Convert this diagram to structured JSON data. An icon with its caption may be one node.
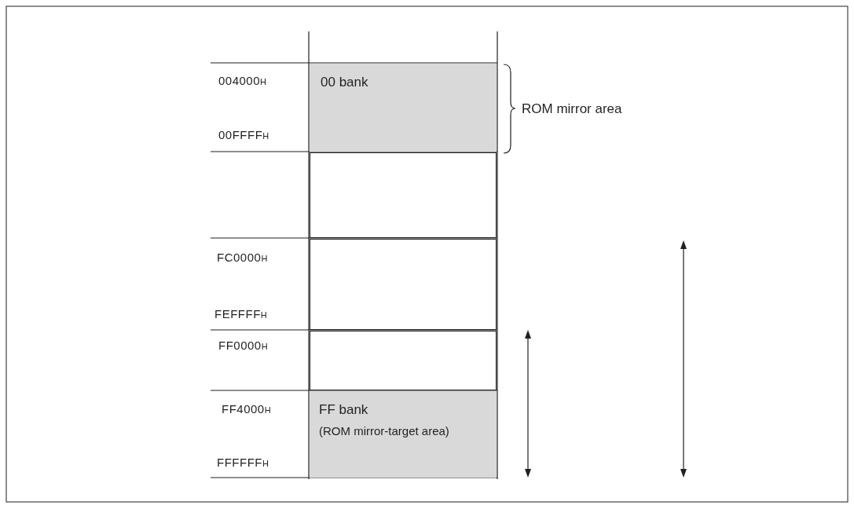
{
  "diagram": {
    "nodes": [
      {
        "text": [
          "00 bank"
        ]
      },
      {
        "text": [],
        "shape": "box"
      },
      {
        "text": [],
        "shape": "box"
      },
      {
        "text": [],
        "shape": "box"
      },
      {
        "text": [
          "FF bank",
          "(ROM mirror-target area)"
        ]
      }
    ],
    "labels": [
      "004000$_{H}$",
      "00FFFF$_{H}$",
      "ROM mirror area",
      "FC0000$_{H}$",
      "FEFFFF$_{H}$",
      "FF0000$_{H}$",
      "FF4000$_{H}$",
      "FFFFFF$_{H}$"
    ]
  }
}
